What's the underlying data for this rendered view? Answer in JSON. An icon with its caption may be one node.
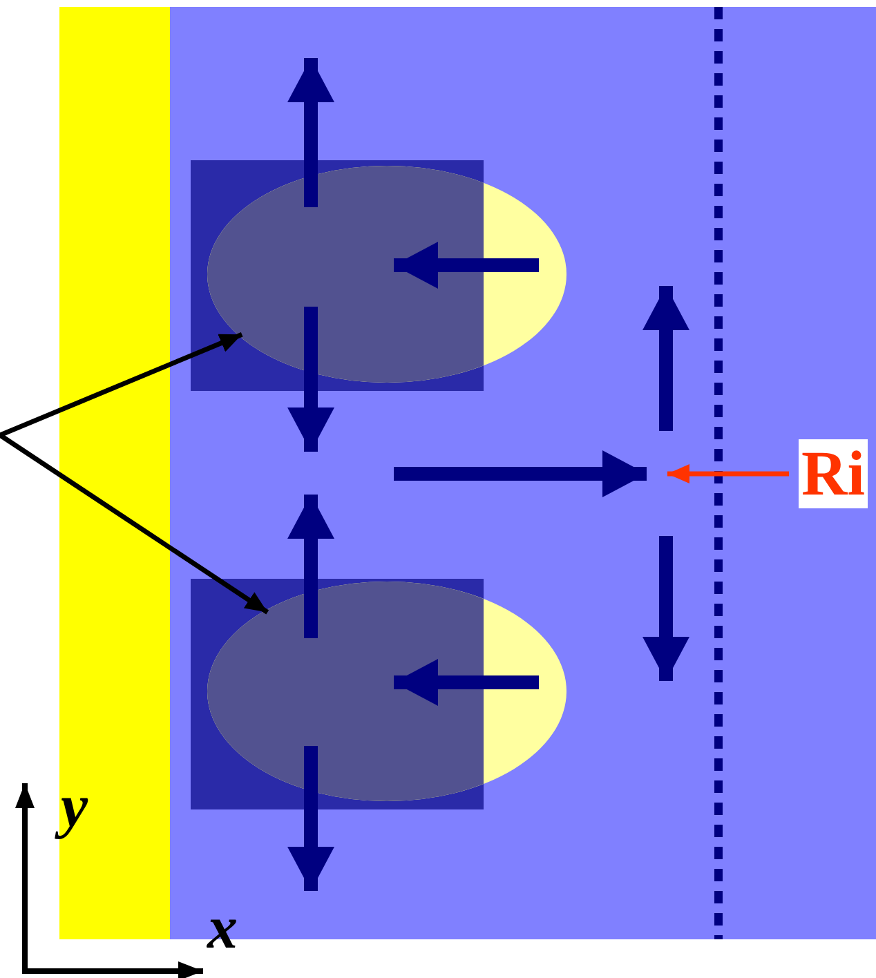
{
  "diagram": {
    "nodes": [
      {
        "text": [
          "Ri"
        ]
      },
      {
        "text": [],
        "shape": "ellipse"
      },
      {
        "text": [],
        "shape": "ellipse"
      }
    ],
    "edges": [
      {
        "from": null,
        "to": 1,
        "arrow": "to"
      },
      {
        "from": null,
        "to": 2,
        "arrow": "to"
      },
      {
        "from": 0,
        "to": null,
        "arrow": "to",
        "color": "#ff3300"
      }
    ],
    "labels": [
      "y",
      "x"
    ]
  }
}
